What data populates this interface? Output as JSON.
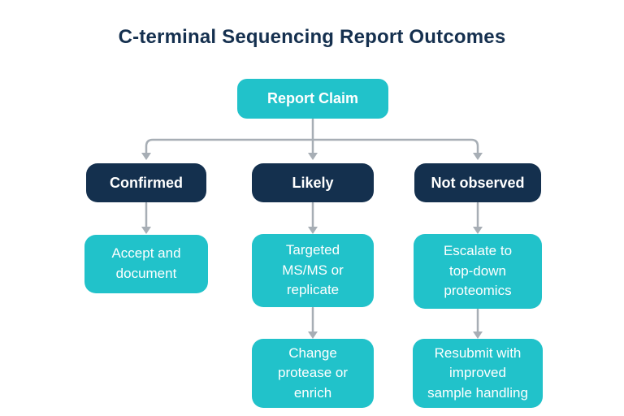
{
  "title": "C-terminal Sequencing Report Outcomes",
  "colors": {
    "node_teal": "#21c2ca",
    "node_navy": "#14304e",
    "title_text": "#15304f",
    "node_text": "#ffffff",
    "arrow_gray": "#a7aeb5",
    "background": "#ffffff"
  },
  "chart_type": "flowchart",
  "flowchart": {
    "root": {
      "label": "Report Claim"
    },
    "branches": [
      {
        "label": "Confirmed",
        "steps": [
          "Accept and\ndocument"
        ]
      },
      {
        "label": "Likely",
        "steps": [
          "Targeted\nMS/MS or\nreplicate",
          "Change\nprotease or\nenrich"
        ]
      },
      {
        "label": "Not observed",
        "steps": [
          "Escalate to\ntop-down\nproteomics",
          "Resubmit with\nimproved\nsample handling"
        ]
      }
    ]
  }
}
